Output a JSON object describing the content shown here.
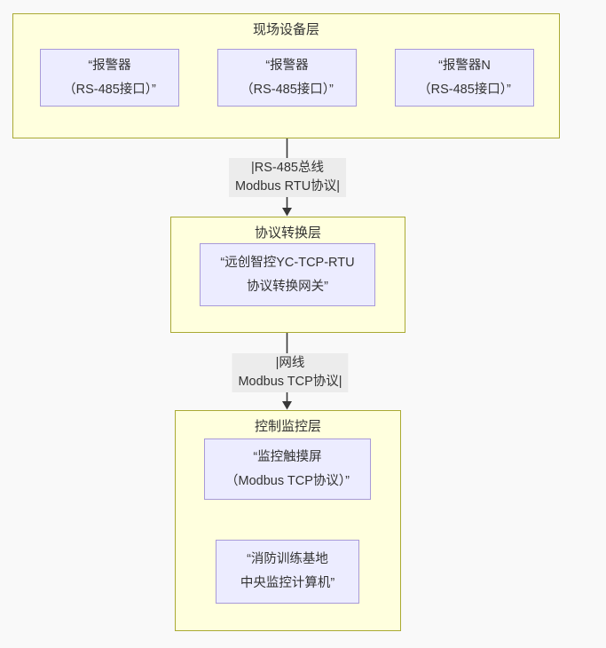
{
  "diagram": {
    "type": "layered-flowchart",
    "layers": [
      {
        "title": "现场设备层",
        "nodes": [
          {
            "line1": "“报警器",
            "line2": "（RS-485接口）”"
          },
          {
            "line1": "“报警器",
            "line2": "（RS-485接口）”"
          },
          {
            "line1": "“报警器N",
            "line2": "（RS-485接口）”"
          }
        ]
      },
      {
        "title": "协议转换层",
        "nodes": [
          {
            "line1": "“远创智控YC-TCP-RTU",
            "line2": "协议转换网关”"
          }
        ]
      },
      {
        "title": "控制监控层",
        "nodes": [
          {
            "line1": "“监控触摸屏",
            "line2": "（Modbus TCP协议）”"
          },
          {
            "line1": "“消防训练基地",
            "line2": "中央监控计算机”"
          }
        ]
      }
    ],
    "edges": [
      {
        "from": "现场设备层",
        "to": "协议转换层",
        "label_line1": "|RS-485总线",
        "label_line2": "Modbus RTU协议|"
      },
      {
        "from": "协议转换层",
        "to": "控制监控层",
        "label_line1": "|网线",
        "label_line2": "Modbus TCP协议|"
      }
    ],
    "colors": {
      "page_background": "#f9f9f9",
      "cluster_fill": "#ffffde",
      "cluster_border": "#aaaa33",
      "node_fill": "#ececff",
      "node_border": "#a89ad8",
      "edge_label_background": "#ececec",
      "edge_color": "#383838",
      "text": "#333333"
    }
  }
}
